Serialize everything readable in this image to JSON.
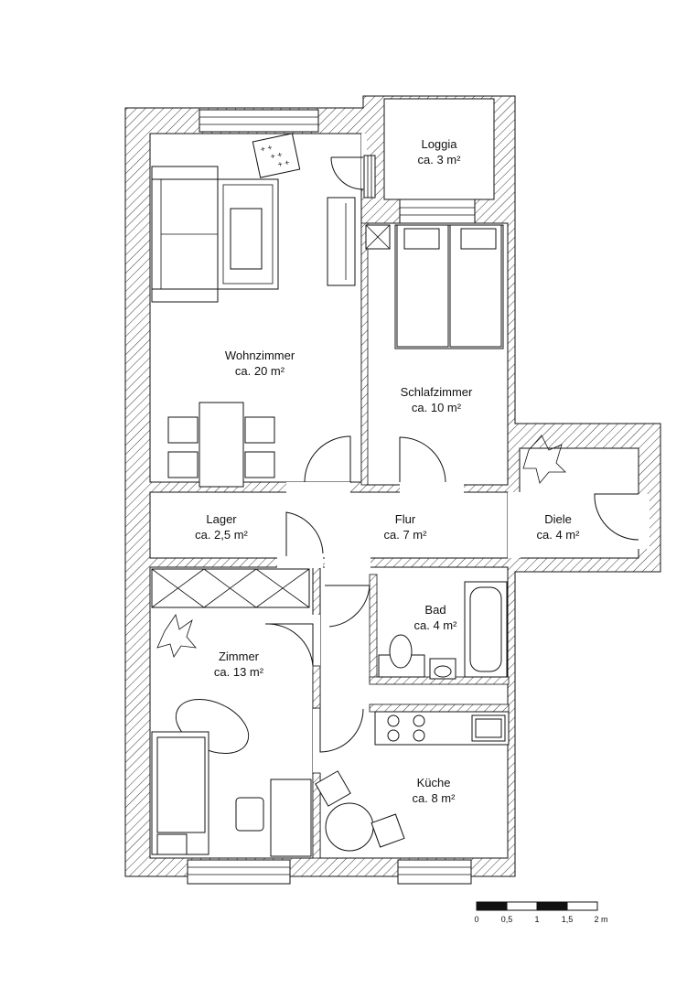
{
  "rooms": [
    {
      "name": "Loggia",
      "area": "ca. 3 m²"
    },
    {
      "name": "Wohnzimmer",
      "area": "ca. 20 m²"
    },
    {
      "name": "Schlafzimmer",
      "area": "ca. 10 m²"
    },
    {
      "name": "Lager",
      "area": "ca. 2,5 m²"
    },
    {
      "name": "Flur",
      "area": "ca. 7 m²"
    },
    {
      "name": "Diele",
      "area": "ca. 4 m²"
    },
    {
      "name": "Bad",
      "area": "ca. 4 m²"
    },
    {
      "name": "Zimmer",
      "area": "ca. 13 m²"
    },
    {
      "name": "Küche",
      "area": "ca. 8 m²"
    }
  ],
  "scale_bar": {
    "ticks": [
      "0",
      "0,5",
      "1",
      "1,5",
      "2 m"
    ]
  }
}
